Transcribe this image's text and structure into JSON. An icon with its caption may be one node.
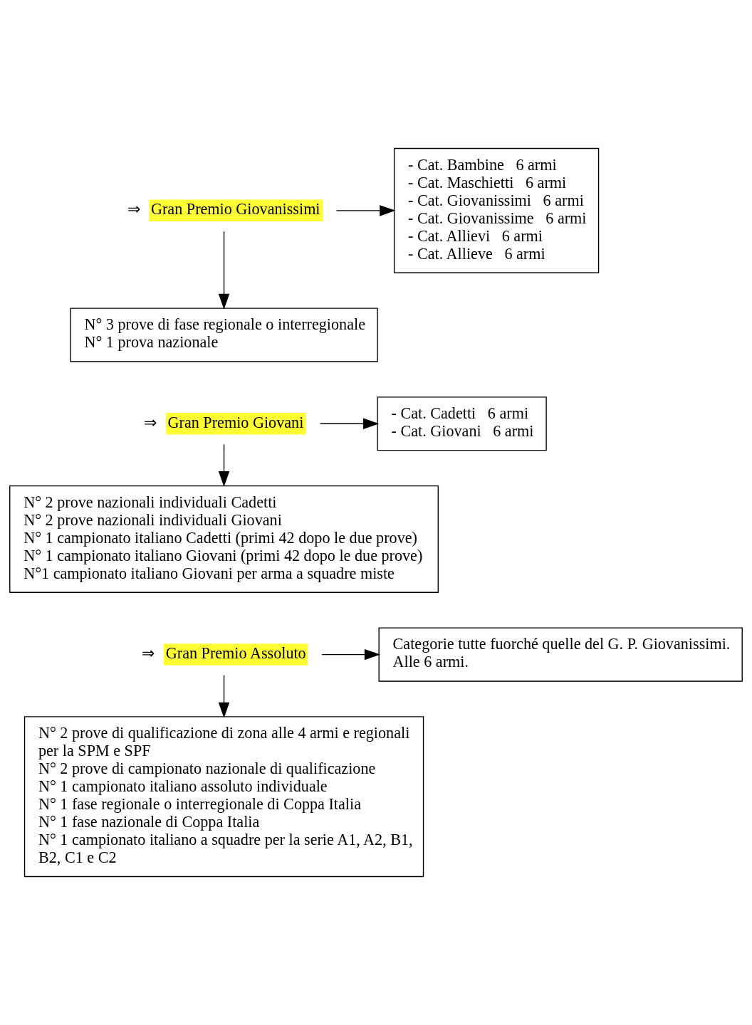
{
  "diagram": {
    "nodes": [
      {
        "text": [
          "Gran Premio Giovanissimi"
        ],
        "beside": [
          "⇒"
        ]
      },
      {
        "text": [
          "- Cat. Bambine   6 armi",
          "- Cat. Maschietti   6 armi",
          "- Cat. Giovanissimi   6 armi",
          "- Cat. Giovanissime   6 armi",
          "- Cat. Allievi   6 armi",
          "- Cat. Allieve   6 armi"
        ]
      },
      {
        "text": [
          "N° 3 prove di fase regionale o interregionale",
          "N° 1 prova nazionale"
        ]
      },
      {
        "text": [
          "Gran Premio Giovani"
        ],
        "beside": [
          "⇒"
        ]
      },
      {
        "text": [
          "- Cat. Cadetti   6 armi",
          "- Cat. Giovani   6 armi"
        ]
      },
      {
        "text": [
          "N° 2 prove nazionali individuali Cadetti",
          "N° 2 prove nazionali individuali Giovani",
          "N° 1 campionato italiano Cadetti (primi 42 dopo le due prove)",
          "N° 1 campionato italiano Giovani (primi 42 dopo le due prove)",
          "N°1 campionato italiano Giovani per arma a squadre miste"
        ]
      },
      {
        "text": [
          "Gran Premio Assoluto"
        ],
        "beside": [
          "⇒"
        ]
      },
      {
        "text": [
          "Categorie tutte fuorché quelle del G. P. Giovanissimi.",
          "Alle 6 armi."
        ]
      },
      {
        "text": [
          "N° 2 prove di qualificazione di zona alle 4 armi e regionali per la SPM e SPF",
          "N° 2 prove di campionato nazionale di qualificazione",
          "N° 1 campionato italiano assoluto individuale",
          "N° 1 fase regionale o interregionale di Coppa Italia",
          "N° 1 fase nazionale di Coppa Italia",
          "N° 1 campionato italiano a squadre per la serie A1, A2, B1, B2, C1 e C2"
        ]
      }
    ],
    "edges": [
      {
        "from": 0,
        "to": 1,
        "arrow": "to"
      },
      {
        "from": 0,
        "to": 2,
        "arrow": "to"
      },
      {
        "from": 3,
        "to": 4,
        "arrow": "to"
      },
      {
        "from": 3,
        "to": 5,
        "arrow": "to"
      },
      {
        "from": 6,
        "to": 7,
        "arrow": "to"
      },
      {
        "from": 6,
        "to": 8,
        "arrow": "to"
      }
    ]
  }
}
